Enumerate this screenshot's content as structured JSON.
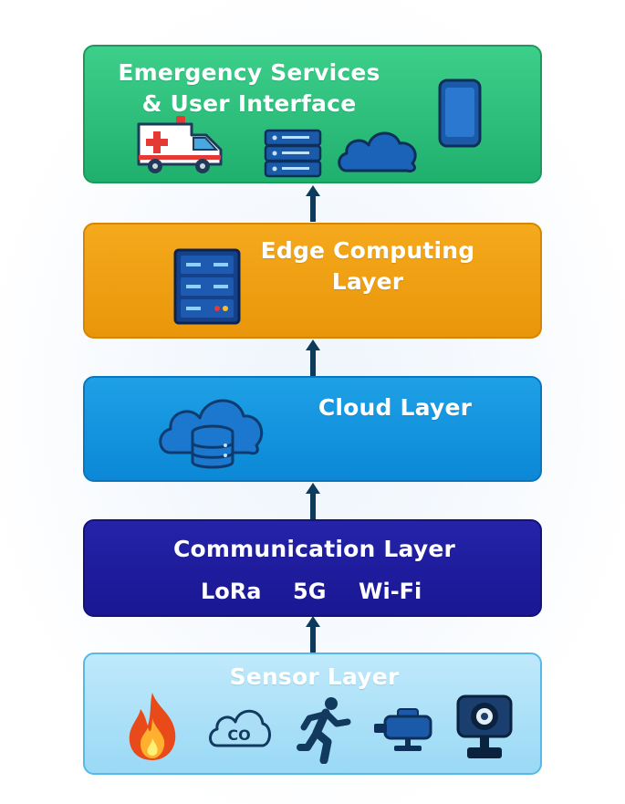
{
  "layers": {
    "emergency": {
      "title_line1": "Emergency Services",
      "title_line2": "& User Interface"
    },
    "edge": {
      "title_line1": "Edge Computing",
      "title_line2": "Layer"
    },
    "cloud": {
      "title": "Cloud Layer"
    },
    "communication": {
      "title": "Communication Layer",
      "protocols": [
        "LoRa",
        "5G",
        "Wi-Fi"
      ]
    },
    "sensor": {
      "title": "Sensor Layer"
    }
  },
  "icons": {
    "emergency": [
      "ambulance-icon",
      "server-icon",
      "cloud-icon",
      "smartphone-icon"
    ],
    "edge": [
      "server-rack-icon"
    ],
    "cloud": [
      "cloud-database-icon"
    ],
    "sensor": [
      "fire-icon",
      "co-gas-icon",
      "running-person-icon",
      "motion-sensor-icon",
      "camera-icon"
    ]
  },
  "colors": {
    "emergency": "#22b573",
    "edge": "#f0a010",
    "cloud": "#0f8fdc",
    "communication": "#1e1c9c",
    "sensor": "#a9def6",
    "arrow": "#0e3a5c"
  }
}
